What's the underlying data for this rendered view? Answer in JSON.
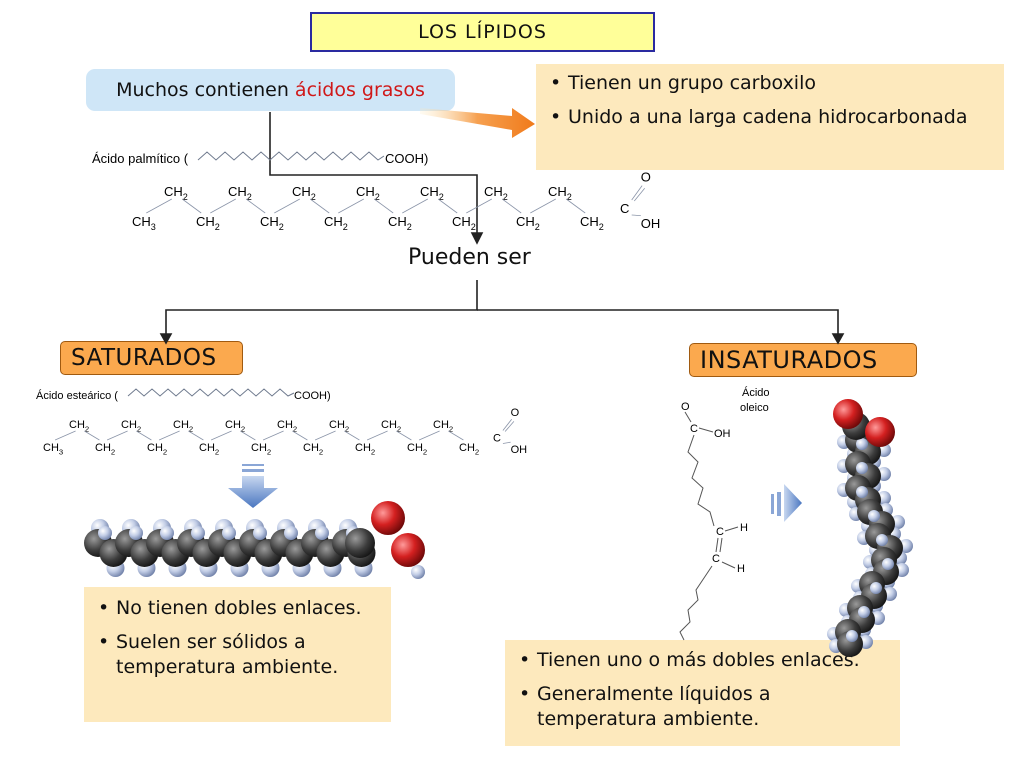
{
  "title": "LOS LÍPIDOS",
  "intro": {
    "text": "Muchos contienen",
    "highlight": "ácidos grasos"
  },
  "fatty_acid_notes": [
    "Tienen un grupo carboxilo",
    "Unido a una larga cadena hidrocarbonada"
  ],
  "palmitic": {
    "name": "Ácido palmítico (",
    "end": "COOH)",
    "top_groups": [
      "CH2",
      "CH2",
      "CH2",
      "CH2",
      "CH2",
      "CH2",
      "CH2"
    ],
    "bottom_groups": [
      "CH3",
      "CH2",
      "CH2",
      "CH2",
      "CH2",
      "CH2",
      "CH2",
      "CH2"
    ],
    "carboxyl": {
      "c": "C",
      "o": "O",
      "oh": "OH"
    }
  },
  "pueden_ser": "Pueden ser",
  "saturated": {
    "label": "SATURADOS",
    "acid_name": "Ácido esteárico (",
    "acid_end": "COOH)",
    "top_groups": [
      "CH2",
      "CH2",
      "CH2",
      "CH2",
      "CH2",
      "CH2",
      "CH2",
      "CH2"
    ],
    "bottom_groups": [
      "CH3",
      "CH2",
      "CH2",
      "CH2",
      "CH2",
      "CH2",
      "CH2",
      "CH2",
      "CH2"
    ],
    "carboxyl": {
      "c": "C",
      "o": "O",
      "oh": "OH"
    },
    "notes": [
      "No tienen dobles enlaces.",
      "Suelen ser sólidos a temperatura ambiente."
    ]
  },
  "unsaturated": {
    "label": "INSATURADOS",
    "acid_name_1": "Ácido",
    "acid_name_2": "oleico",
    "carboxyl": {
      "c": "C",
      "o": "O",
      "oh": "OH"
    },
    "double_bond": {
      "c1": "C",
      "c2": "C",
      "h1": "H",
      "h2": "H"
    },
    "notes": [
      "Tienen uno o más dobles enlaces.",
      "Generalmente líquidos a temperatura ambiente."
    ]
  },
  "colors": {
    "title_bg": "#ffff99",
    "intro_bg": "#cfe6f7",
    "highlight": "#d01818",
    "note_bg": "#fde9bd",
    "category_bg": "#fba94e",
    "arrow_orange": "#f07a1a",
    "arrow_blue": "#5b86c8",
    "oxygen": "#d42020",
    "carbon": "#3c3c3c",
    "hydrogen": "#aab8d8"
  }
}
